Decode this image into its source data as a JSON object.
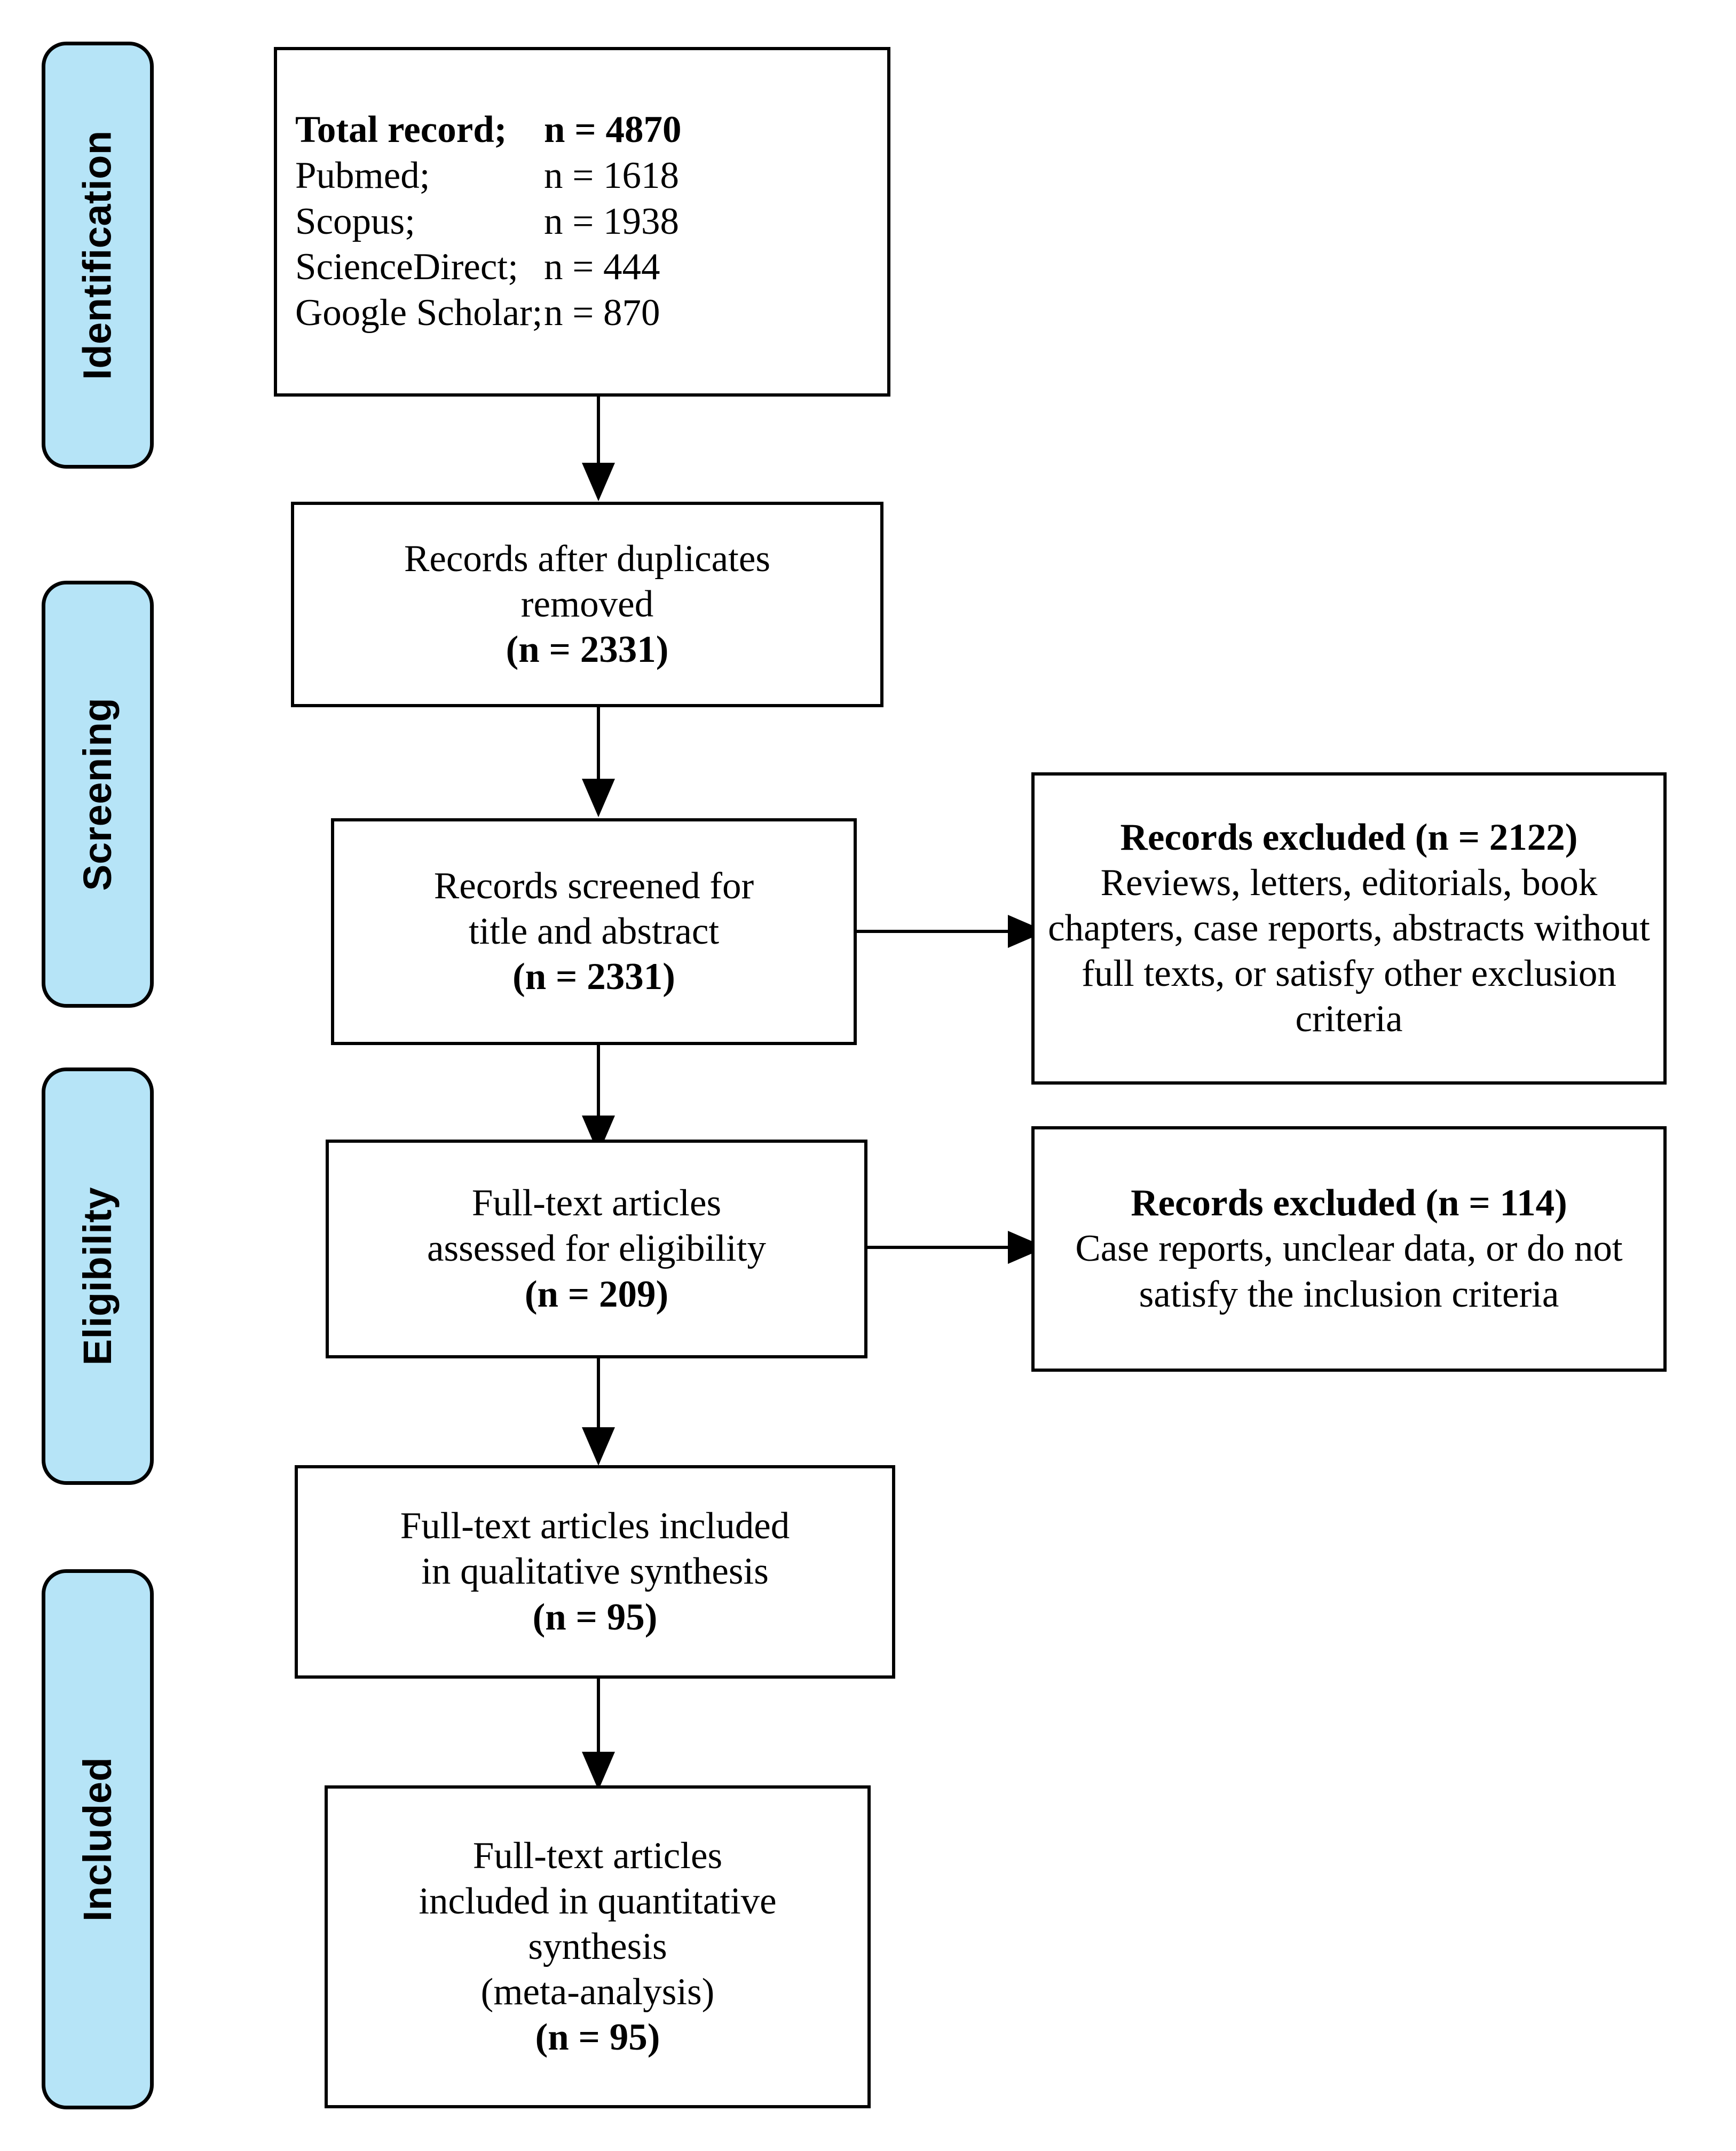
{
  "diagram": {
    "title": "PRISMA flow diagram",
    "accent_color": "#b6e4f7",
    "line_color": "#000000",
    "stages": [
      {
        "id": "identification",
        "label": "Identification"
      },
      {
        "id": "screening",
        "label": "Screening"
      },
      {
        "id": "eligibility",
        "label": "Eligibility"
      },
      {
        "id": "included",
        "label": "Included"
      }
    ],
    "sources_box": {
      "rows": [
        {
          "name": "Total record;",
          "count": "n = 4870",
          "bold": true
        },
        {
          "name": "Pubmed;",
          "count": "n = 1618",
          "bold": false
        },
        {
          "name": "Scopus;",
          "count": "n = 1938",
          "bold": false
        },
        {
          "name": "ScienceDirect;",
          "count": "n = 444",
          "bold": false
        },
        {
          "name": "Google Scholar;",
          "count": "n = 870",
          "bold": false
        }
      ]
    },
    "duplicates_box": {
      "line1": "Records after duplicates",
      "line2": "removed",
      "line3": "(n = 2331)"
    },
    "screened_box": {
      "line1": "Records screened for",
      "line2": "title and abstract",
      "line3": "(n = 2331)"
    },
    "excluded_screening_box": {
      "heading": "Records excluded (n = 2122)",
      "body": "Reviews, letters, editorials, book chapters, case reports, abstracts without full texts, or satisfy other exclusion criteria"
    },
    "eligibility_box": {
      "line1": "Full-text articles",
      "line2": "assessed for eligibility",
      "line3": "(n = 209)"
    },
    "excluded_eligibility_box": {
      "heading": "Records excluded (n = 114)",
      "body": "Case reports, unclear data, or do not satisfy the inclusion criteria"
    },
    "qualitative_box": {
      "line1": "Full-text articles included",
      "line2": "in qualitative synthesis",
      "line3": "(n = 95)"
    },
    "quantitative_box": {
      "line1": "Full-text articles",
      "line2": "included in quantitative",
      "line3": "synthesis",
      "line4": "(meta-analysis)",
      "line5": "(n = 95)"
    }
  }
}
